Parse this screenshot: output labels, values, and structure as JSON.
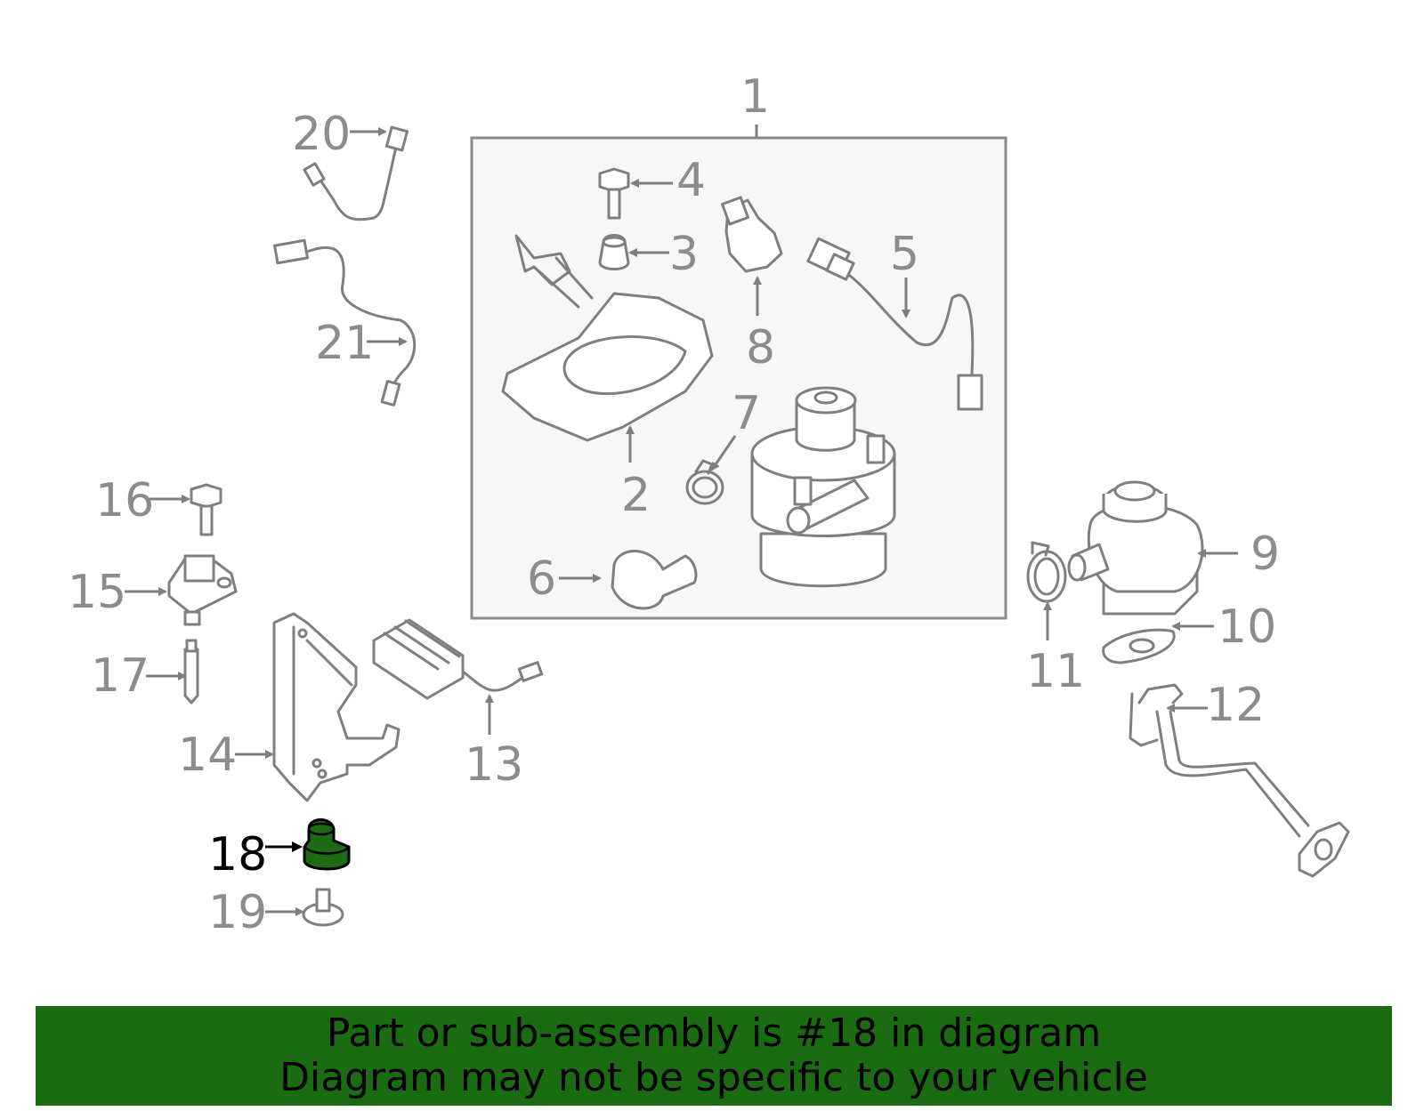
{
  "colors": {
    "highlight_part": "#1e6b16",
    "banner_bg": "#1a6b12",
    "line": "#7f7f7f",
    "box_fill": "#f7f7f7"
  },
  "callouts": {
    "c1": "1",
    "c2": "2",
    "c3": "3",
    "c4": "4",
    "c5": "5",
    "c6": "6",
    "c7": "7",
    "c8": "8",
    "c9": "9",
    "c10": "10",
    "c11": "11",
    "c12": "12",
    "c13": "13",
    "c14": "14",
    "c15": "15",
    "c16": "16",
    "c17": "17",
    "c18": "18",
    "c19": "19",
    "c20": "20",
    "c21": "21"
  },
  "highlighted_part": "18",
  "banner": {
    "line1": "Part or sub-assembly is #18 in diagram",
    "line2": "Diagram may not be specific to your vehicle"
  }
}
